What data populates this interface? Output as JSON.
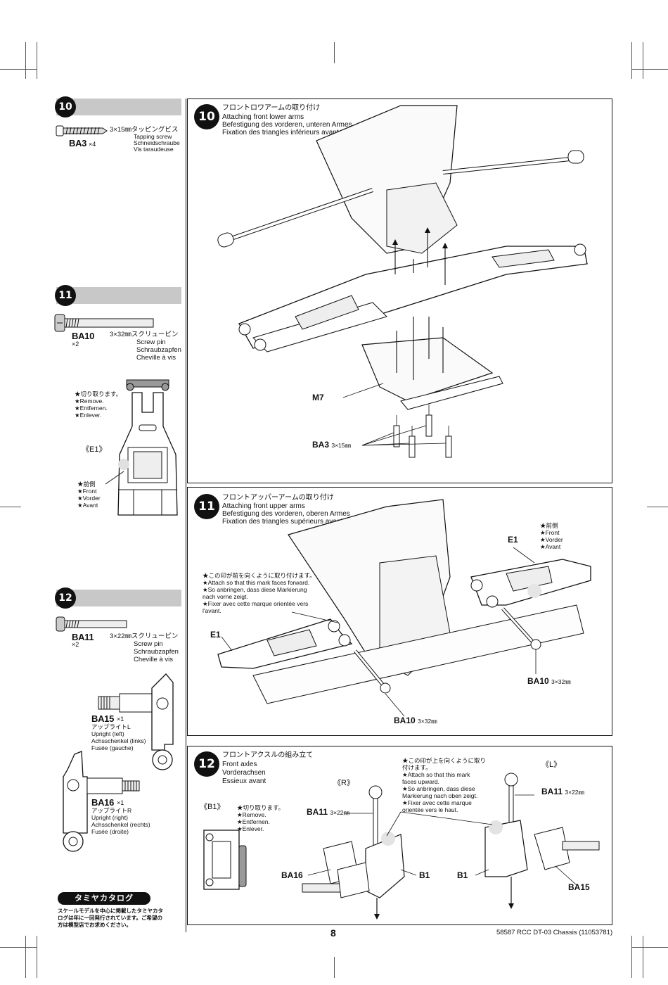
{
  "sidebar": {
    "step10": {
      "badge": "10",
      "part_size_label": "3×15㎜タッピングビス",
      "part_names": [
        "Tapping screw",
        "Schneidschraube",
        "Vis taraudeuse"
      ],
      "part_code": "BA3",
      "part_qty": "×4"
    },
    "step11": {
      "badge": "11",
      "part_code": "BA10",
      "part_qty": "×2",
      "part_size_label": "3×32㎜スクリューピン",
      "part_names": [
        "Screw pin",
        "Schraubzapfen",
        "Cheville à vis"
      ],
      "remove_notes": [
        "★切り取ります。",
        "★Remove.",
        "★Entfernen.",
        "★Enlever."
      ],
      "arm_label": "《E1》",
      "front_notes": [
        "★前側",
        "★Front",
        "★Vorder",
        "★Avant"
      ]
    },
    "step12": {
      "badge": "12",
      "part_code": "BA11",
      "part_qty": "×2",
      "part_size_label": "3×22㎜スクリューピン",
      "part_names": [
        "Screw pin",
        "Schraubzapfen",
        "Cheville à vis"
      ],
      "upright_left": {
        "code": "BA15",
        "qty": "×1",
        "names": [
          "アップライトL",
          "Upright (left)",
          "Achsschenkel (links)",
          "Fusée (gauche)"
        ]
      },
      "upright_right": {
        "code": "BA16",
        "qty": "×1",
        "names": [
          "アップライトR",
          "Upright (right)",
          "Achsschenkel (rechts)",
          "Fusée (droite)"
        ]
      }
    },
    "catalog": {
      "badge": "タミヤカタログ",
      "text": [
        "スケールモデルを中心に掲載したタミヤカタ",
        "ログは年に一回発行されています。ご希望の",
        "方は模型店でお求めください。"
      ]
    }
  },
  "panel10": {
    "badge": "10",
    "titles": [
      "フロントロワアームの取り付け",
      "Attaching front lower arms",
      "Befestigung des vorderen, unteren Armes",
      "Fixation des triangles inférieurs avant"
    ],
    "callout_m7": "M7",
    "callout_ba3": "BA3",
    "callout_ba3_size": "3×15㎜"
  },
  "panel11": {
    "badge": "11",
    "titles": [
      "フロントアッパーアームの取り付け",
      "Attaching front upper arms",
      "Befestigung des vorderen, oberen Armes",
      "Fixation des triangles supérieurs avant"
    ],
    "front_notes": [
      "★前側",
      "★Front",
      "★Vorder",
      "★Avant"
    ],
    "mark_note": [
      "★この印が前を向くように取り付けます。",
      "★Attach so that this mark faces forward.",
      "★So anbringen, dass diese Markierung",
      "nach vorne zeigt.",
      "★Fixer avec cette marque orientée vers",
      "l'avant."
    ],
    "callout_e1_left": "E1",
    "callout_e1_right": "E1",
    "callout_ba10_right": "BA10",
    "callout_ba10_bottom": "BA10",
    "callout_ba10_size": "3×32㎜"
  },
  "panel12": {
    "badge": "12",
    "titles": [
      "フロントアクスルの組み立て",
      "Front axles",
      "Vorderachsen",
      "Essieux avant"
    ],
    "b1_label": "《B1》",
    "remove_notes": [
      "★切り取ります。",
      "★Remove.",
      "★Entfernen.",
      "★Enlever."
    ],
    "r_label": "《R》",
    "l_label": "《L》",
    "mark_note": [
      "★この印が上を向くように取り",
      "付けます。",
      "★Attach so that this mark",
      "faces upward.",
      "★So anbringen, dass diese",
      "Markierung nach oben zeigt.",
      "★Fixer avec cette marque",
      "orientée vers le haut."
    ],
    "callout_ba11_mid": "BA11",
    "callout_ba11_right": "BA11",
    "callout_ba11_size": "3×22㎜",
    "callout_ba16": "BA16",
    "callout_b1_left": "B1",
    "callout_b1_right": "B1",
    "callout_ba15": "BA15"
  },
  "footer": {
    "page_number": "8",
    "product": "58587 RCC DT-03 Chassis (11053781)"
  }
}
